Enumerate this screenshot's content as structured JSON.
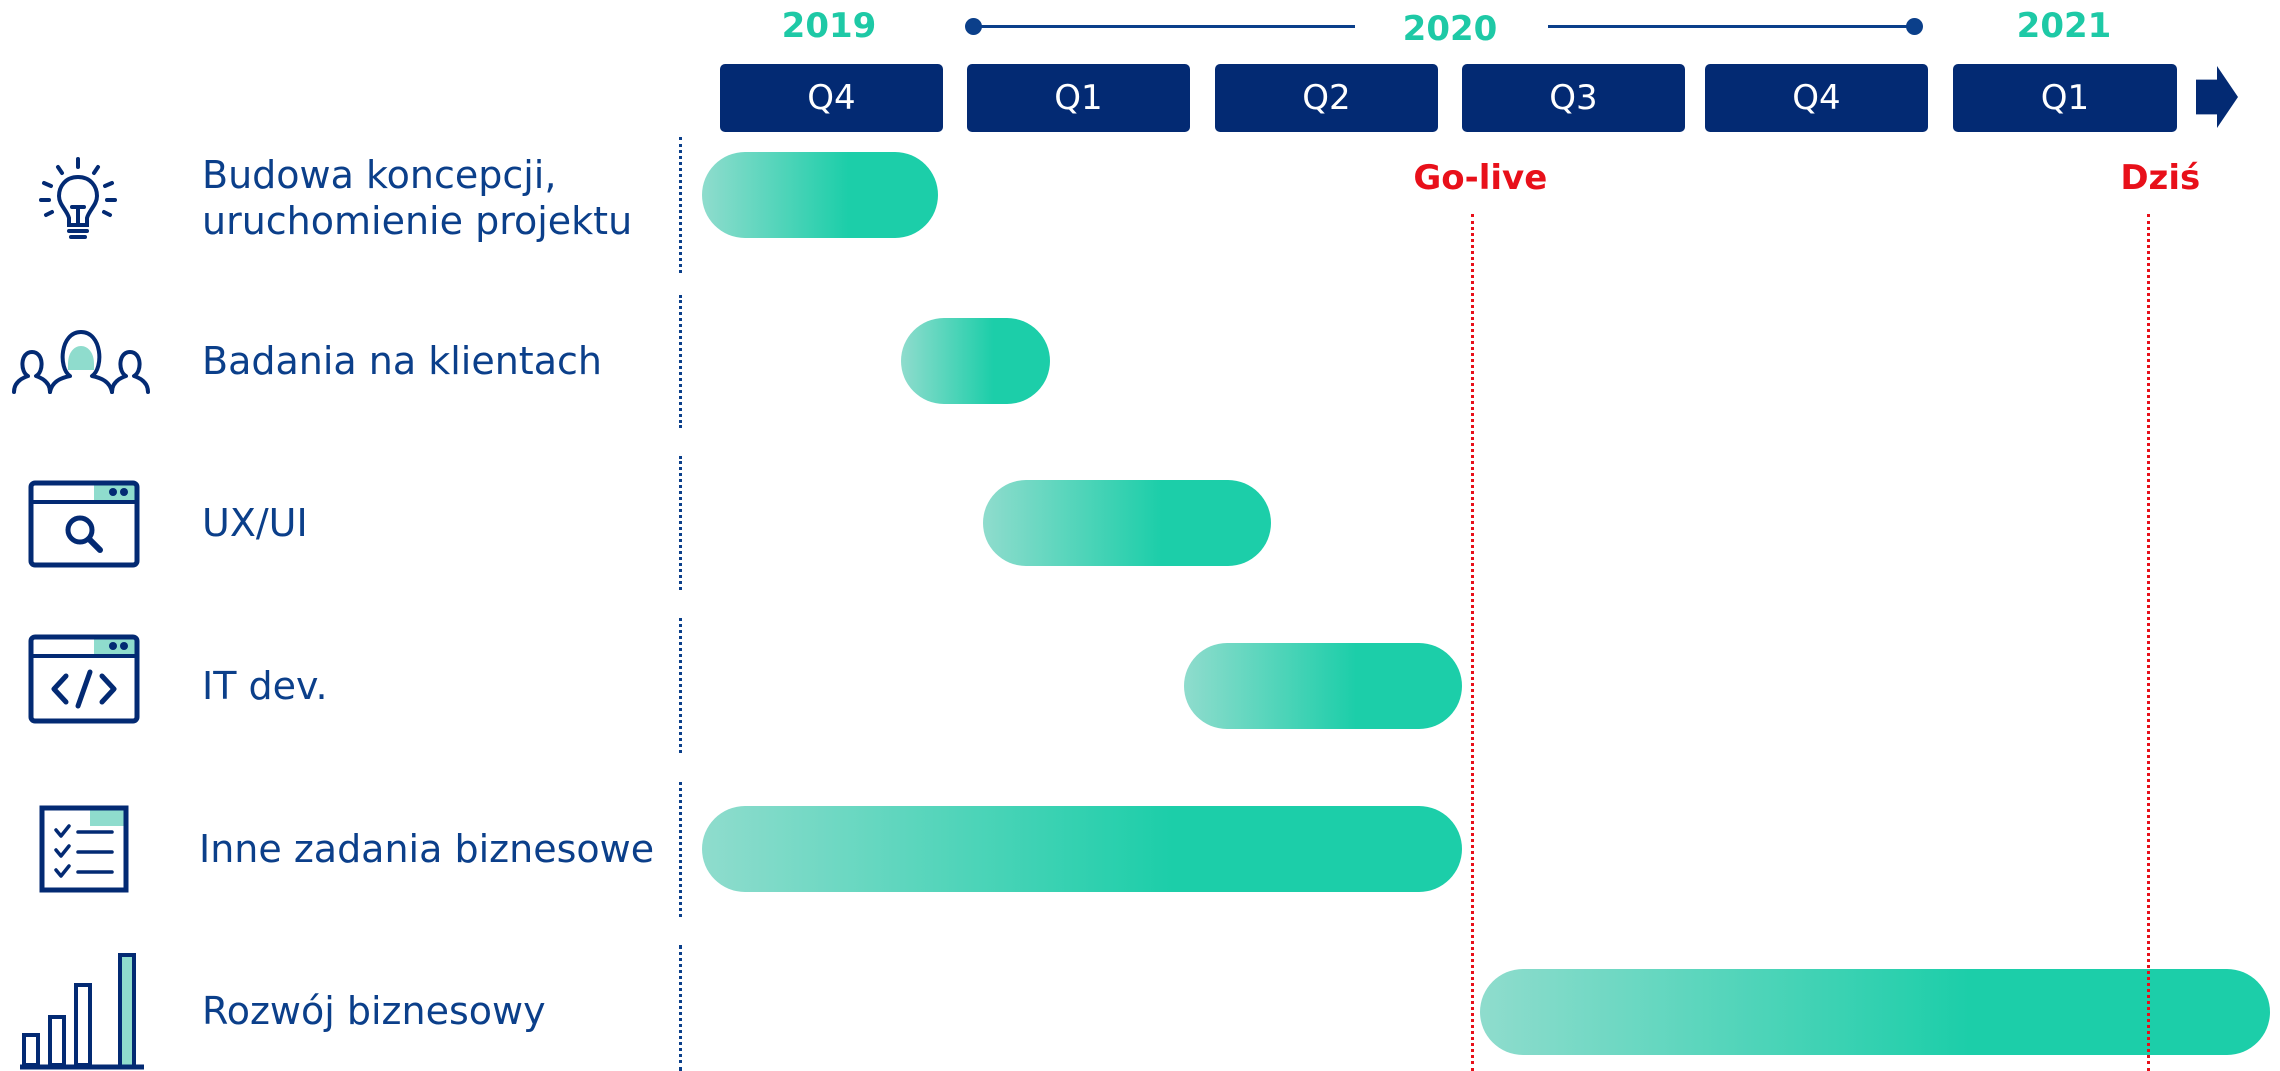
{
  "colors": {
    "accent_teal": "#1ec9a6",
    "navy": "#032a73",
    "marker_red": "#e8101a"
  },
  "timeline": {
    "years": [
      {
        "label": "2019",
        "quarter_index": 0
      },
      {
        "label": "2020",
        "quarter_index": 2.5
      },
      {
        "label": "2021",
        "quarter_index": 5
      }
    ],
    "quarters": [
      "Q4",
      "Q1",
      "Q2",
      "Q3",
      "Q4",
      "Q1"
    ]
  },
  "chart_data": {
    "type": "gantt",
    "categories": [
      "Q4 2019",
      "Q1 2020",
      "Q2 2020",
      "Q3 2020",
      "Q4 2020",
      "Q1 2021"
    ],
    "tasks": [
      {
        "label": "Budowa koncepcji,\nuruchomienie projektu",
        "icon": "lightbulb-icon",
        "start": 0.0,
        "end": 0.95
      },
      {
        "label": "Badania na klientach",
        "icon": "customers-group-icon",
        "start": 0.8,
        "end": 1.4
      },
      {
        "label": "UX/UI",
        "icon": "browser-search-icon",
        "start": 1.13,
        "end": 2.29
      },
      {
        "label": "IT dev.",
        "icon": "browser-code-icon",
        "start": 1.94,
        "end": 3.06
      },
      {
        "label": "Inne zadania biznesowe",
        "icon": "checklist-icon",
        "start": 0.0,
        "end": 3.06
      },
      {
        "label": "Rozwój biznesowy",
        "icon": "growth-bars-icon",
        "start": 3.13,
        "end": 6.35
      }
    ],
    "markers": [
      {
        "label": "Go-live",
        "at": 3.1
      },
      {
        "label": "Dziś",
        "at": 5.82
      }
    ]
  }
}
